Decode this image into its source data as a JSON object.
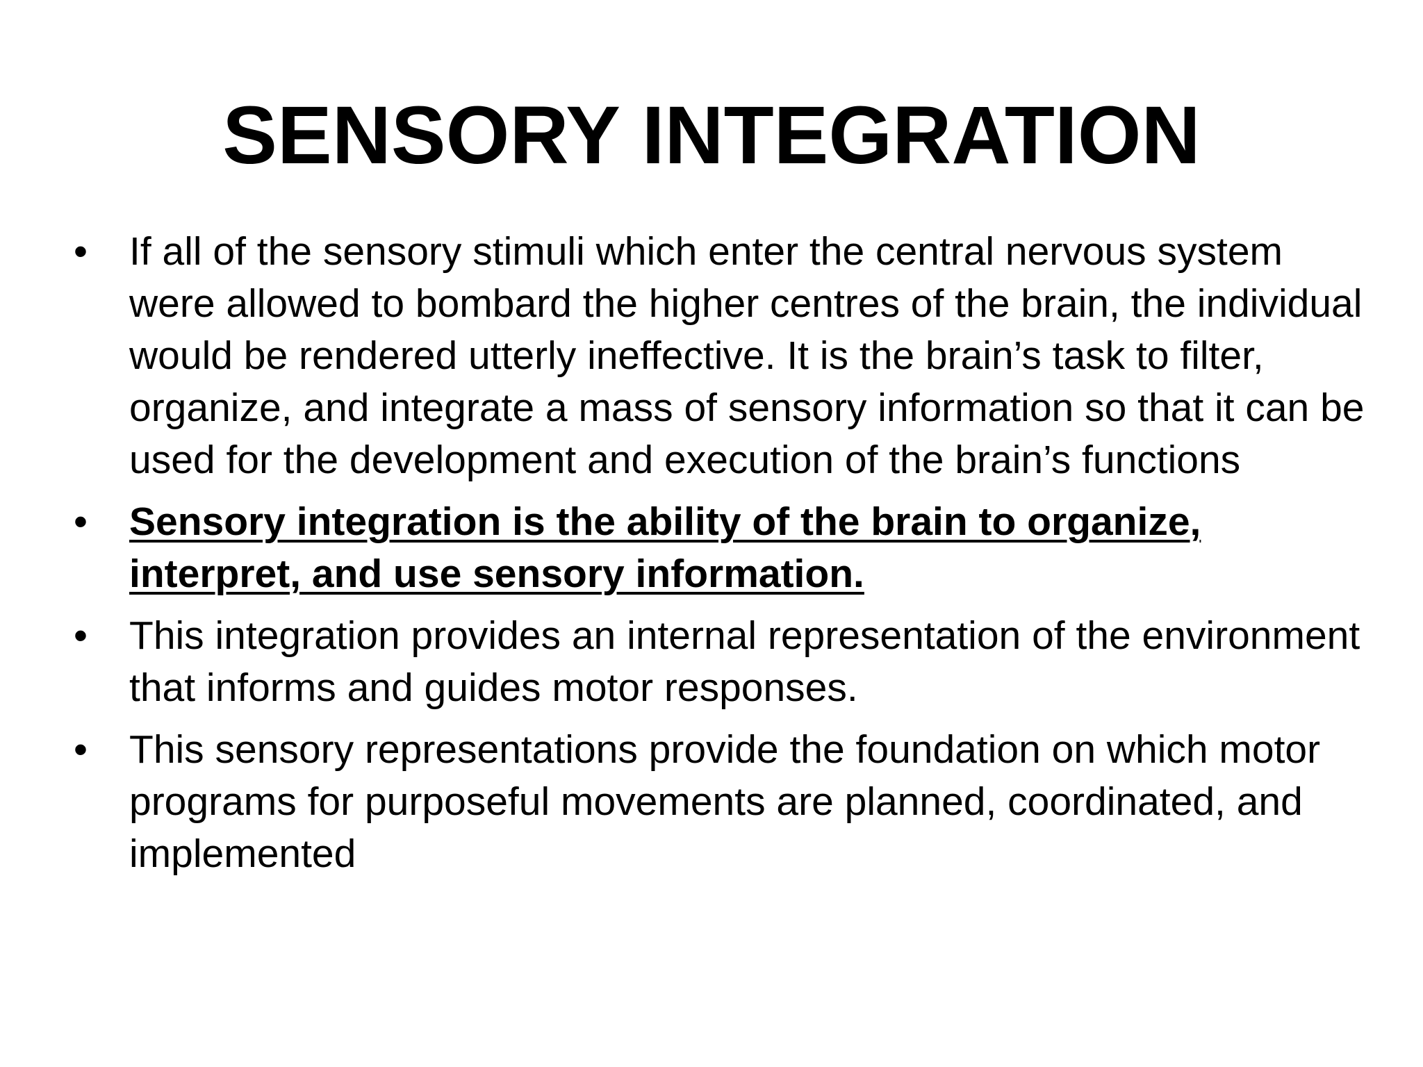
{
  "slide": {
    "title": "SENSORY INTEGRATION",
    "bullet_glyph": "•",
    "bullets": [
      {
        "text": "If all of the sensory stimuli which enter the central nervous system were allowed to bombard the higher centres of the brain, the individual would be rendered utterly ineffective. It is the brain’s task to filter, organize, and integrate a mass of sensory information so that it can be used for the development and execution of the brain’s functions",
        "style": "normal"
      },
      {
        "text": "Sensory integration is the ability of the brain to organize, interpret, and use sensory information.",
        "style": "bold-underline"
      },
      {
        "text": "This integration provides an internal representation of the environment that informs and guides motor responses.",
        "style": "normal"
      },
      {
        "text": "This sensory representations provide the foundation on which motor programs for purposeful movements are planned, coordinated, and implemented",
        "style": "normal"
      }
    ]
  }
}
